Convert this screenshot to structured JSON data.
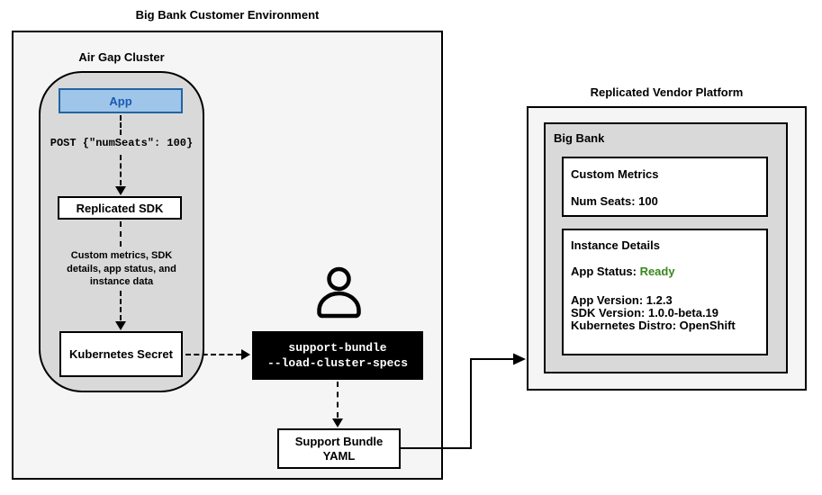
{
  "titles": {
    "customer_env": "Big Bank Customer Environment",
    "vendor_platform": "Replicated Vendor Platform"
  },
  "air_gap_cluster": {
    "label": "Air Gap Cluster",
    "app_label": "App",
    "post_request": "POST {\"numSeats\": 100}",
    "sdk_label": "Replicated SDK",
    "payload_lines": [
      "Custom metrics, SDK",
      "details, app status, and",
      "instance data"
    ],
    "secret_label": "Kubernetes Secret"
  },
  "support_bundle": {
    "command_line1": "support-bundle",
    "command_line2": "--load-cluster-specs",
    "yaml_line1": "Support Bundle",
    "yaml_line2": "YAML",
    "person_icon": "user-icon"
  },
  "vendor": {
    "account_label": "Big Bank",
    "custom_metrics": {
      "title": "Custom Metrics",
      "num_seats": "Num Seats: 100"
    },
    "instance_details": {
      "title": "Instance Details",
      "app_status_label": "App Status: ",
      "app_status_value": "Ready",
      "app_version": "App Version: 1.2.3",
      "sdk_version": "SDK Version: 1.0.0-beta.19",
      "k8s_distro": "Kubernetes Distro: OpenShift"
    }
  },
  "colors": {
    "app_fill": "#9fc5e8",
    "app_border": "#2265a5",
    "app_text": "#1959b3",
    "status_ready_green": "#38871d",
    "outer_panel_fill": "#f5f5f5",
    "inner_panel_fill": "#d9d9d9",
    "terminal_bg": "#000000",
    "terminal_text": "#ffffff",
    "line_color": "#000000"
  }
}
